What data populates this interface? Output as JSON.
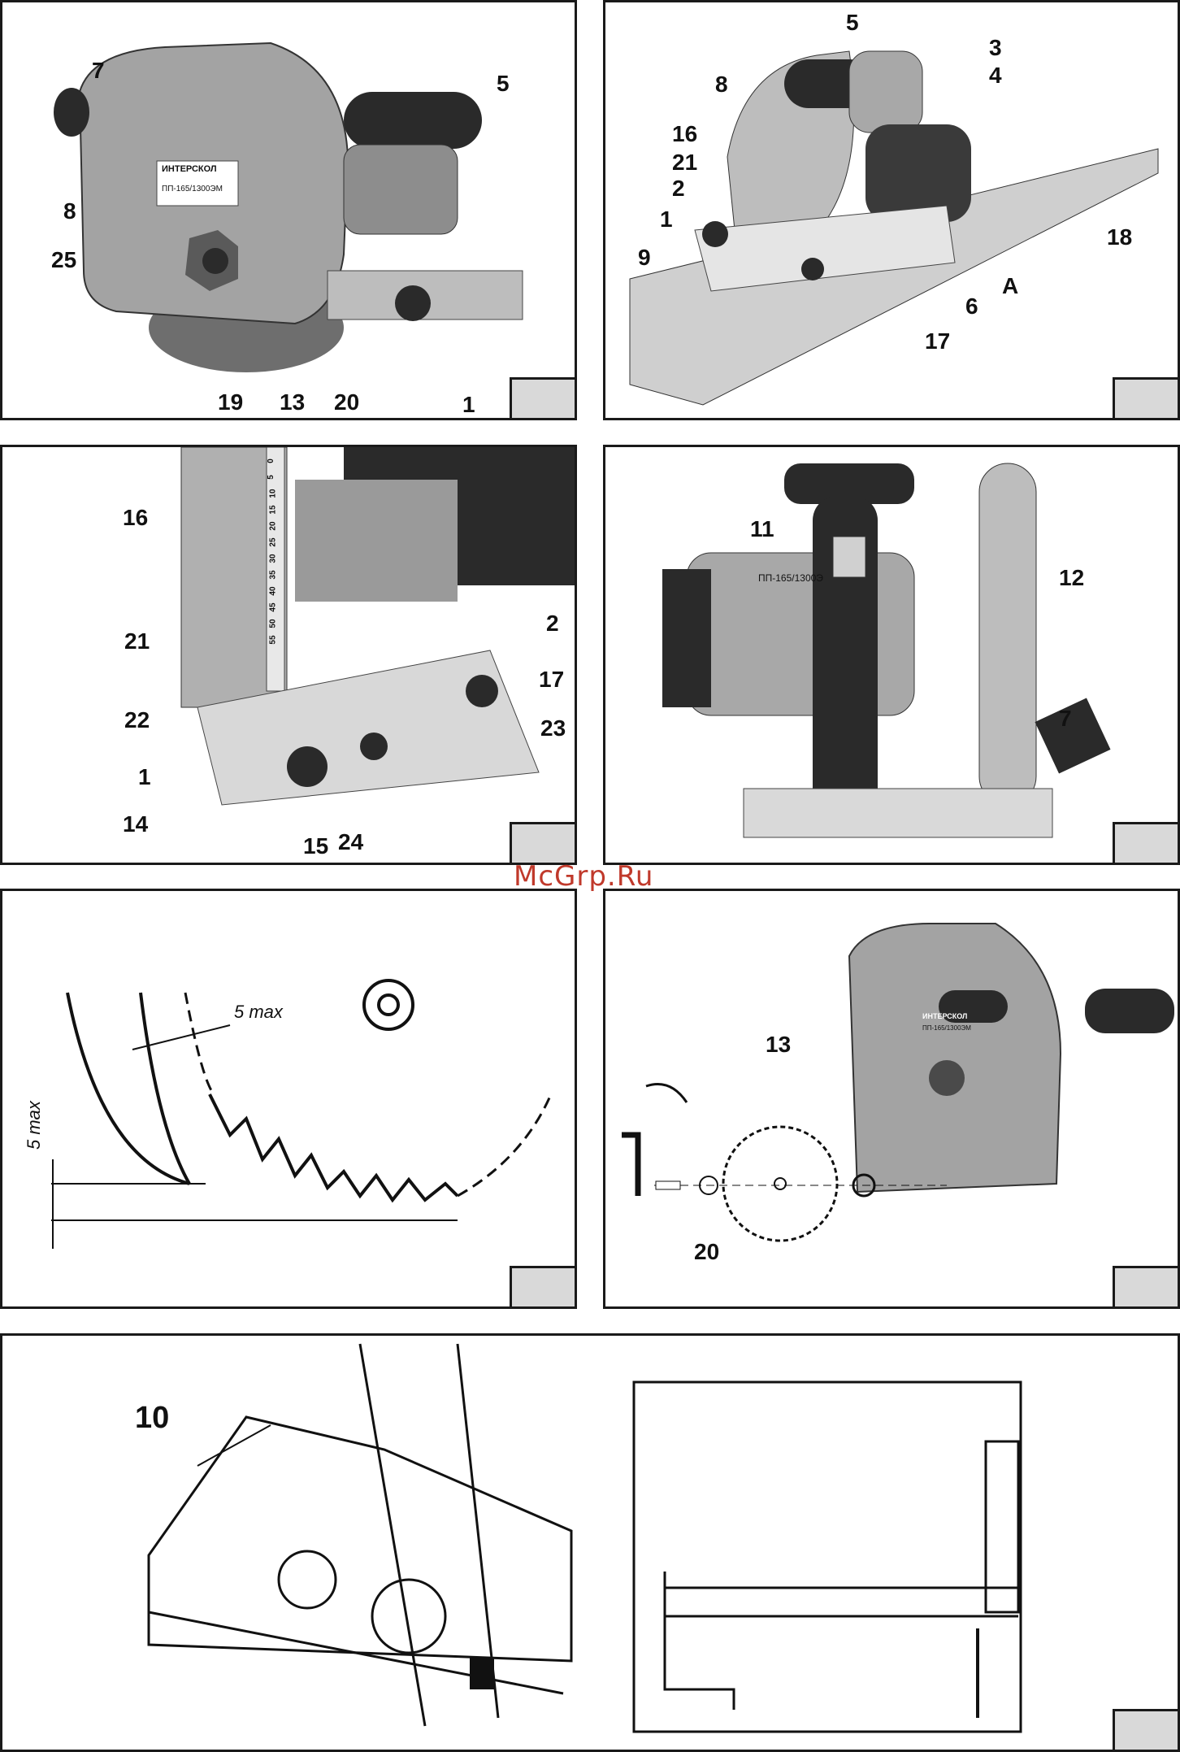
{
  "watermark": "McGrp.Ru",
  "panel1": {
    "brand": "ИНТЕРСКОЛ",
    "model": "ПП-165/1300ЭМ",
    "labels": {
      "l7": "7",
      "l5": "5",
      "l8": "8",
      "l25": "25",
      "l19": "19",
      "l13": "13",
      "l20": "20",
      "l1": "1"
    }
  },
  "panel2": {
    "labels": {
      "l5": "5",
      "l3": "3",
      "l4": "4",
      "l8": "8",
      "l16": "16",
      "l21": "21",
      "l2": "2",
      "l1": "1",
      "l9": "9",
      "l18": "18",
      "lA": "A",
      "l6": "6",
      "l17": "17"
    }
  },
  "panel3": {
    "labels": {
      "l16": "16",
      "l21": "21",
      "l22": "22",
      "l1": "1",
      "l14": "14",
      "l15": "15",
      "l24": "24",
      "l2": "2",
      "l17": "17",
      "l23": "23"
    },
    "scale_ticks": [
      "0",
      "5",
      "10",
      "15",
      "20",
      "25",
      "30",
      "35",
      "40",
      "45",
      "50",
      "55"
    ]
  },
  "panel4": {
    "model": "ПП-165/1300Э",
    "labels": {
      "l11": "11",
      "l12": "12",
      "l7": "7"
    }
  },
  "panel5": {
    "dim_top": "5 max",
    "dim_left": "5 max"
  },
  "panel6": {
    "brand": "ИНТЕРСКОЛ",
    "model": "ПП-165/1300ЭМ",
    "labels": {
      "l13": "13",
      "l20": "20"
    }
  },
  "panel7": {
    "labels": {
      "l10": "10"
    }
  },
  "colors": {
    "border": "#1a1a1a",
    "figure_box": "#d9d9d9",
    "watermark": "#c0392b",
    "tool_body": "#9a9a9a",
    "handle": "#2a2a2a"
  }
}
